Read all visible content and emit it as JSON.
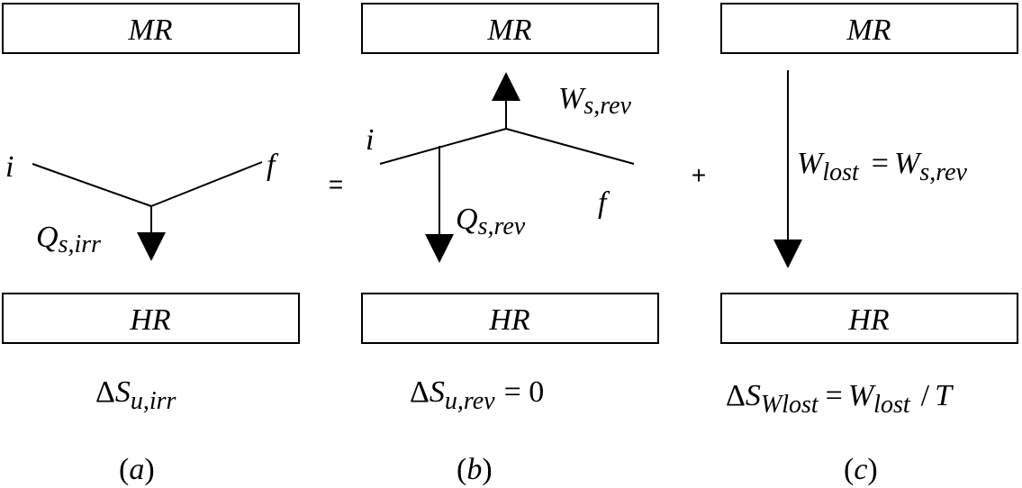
{
  "panels": [
    {
      "top_box": "MR",
      "bottom_box": "HR",
      "state_i": "i",
      "state_f": "f",
      "heat_symbol": "Q",
      "heat_subscript": "s,irr",
      "entropy_delta": "Δ",
      "entropy_symbol": "S",
      "entropy_subscript": "u,irr",
      "caption_open": "(",
      "caption_letter": "a",
      "caption_close": ")"
    },
    {
      "top_box": "MR",
      "bottom_box": "HR",
      "state_i": "i",
      "state_f": "f",
      "work_symbol": "W",
      "work_subscript": "s,rev",
      "heat_symbol": "Q",
      "heat_subscript": "s,rev",
      "entropy_delta": "Δ",
      "entropy_symbol": "S",
      "entropy_subscript": "u,rev",
      "entropy_rhs": "= 0",
      "caption_open": "(",
      "caption_letter": "b",
      "caption_close": ")"
    },
    {
      "top_box": "MR",
      "bottom_box": "HR",
      "work_lhs_symbol": "W",
      "work_lhs_subscript": "lost",
      "work_eq": "=",
      "work_rhs_symbol": "W",
      "work_rhs_subscript": "s,rev",
      "entropy_delta": "Δ",
      "entropy_symbol": "S",
      "entropy_subscript": "Wlost",
      "entropy_eq": "=",
      "entropy_rhs_symbol": "W",
      "entropy_rhs_subscript": "lost",
      "entropy_divider": "/",
      "entropy_temp": "T",
      "caption_open": "(",
      "caption_letter": "c",
      "caption_close": ")"
    }
  ],
  "operators": {
    "equals": "=",
    "plus": "+"
  }
}
